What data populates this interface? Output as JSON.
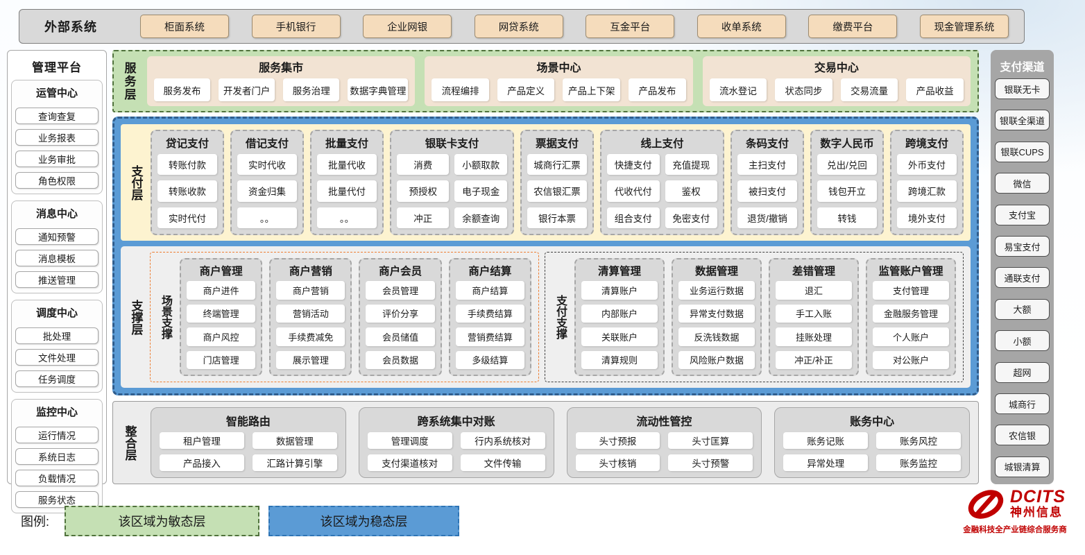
{
  "external": {
    "label": "外部系统",
    "systems": [
      "柜面系统",
      "手机银行",
      "企业网银",
      "网贷系统",
      "互金平台",
      "收单系统",
      "缴费平台",
      "现金管理系统"
    ]
  },
  "management": {
    "title": "管理平台",
    "groups": [
      {
        "title": "运管中心",
        "items": [
          "查询查复",
          "业务报表",
          "业务审批",
          "角色权限"
        ]
      },
      {
        "title": "消息中心",
        "items": [
          "通知预警",
          "消息模板",
          "推送管理"
        ]
      },
      {
        "title": "调度中心",
        "items": [
          "批处理",
          "文件处理",
          "任务调度"
        ]
      },
      {
        "title": "监控中心",
        "items": [
          "运行情况",
          "系统日志",
          "负载情况",
          "服务状态"
        ]
      }
    ]
  },
  "service_layer": {
    "label": "服务层",
    "groups": [
      {
        "title": "服务集市",
        "items": [
          "服务发布",
          "开发者门户",
          "服务治理",
          "数据字典管理"
        ]
      },
      {
        "title": "场景中心",
        "items": [
          "流程编排",
          "产品定义",
          "产品上下架",
          "产品发布"
        ]
      },
      {
        "title": "交易中心",
        "items": [
          "流水登记",
          "状态同步",
          "交易流量",
          "产品收益"
        ]
      }
    ]
  },
  "payment_layer": {
    "label": "支付层",
    "columns": [
      {
        "title": "贷记支付",
        "items": [
          "转账付款",
          "转账收款",
          "实时代付"
        ]
      },
      {
        "title": "借记支付",
        "items": [
          "实时代收",
          "资金归集",
          "。。"
        ]
      },
      {
        "title": "批量支付",
        "items": [
          "批量代收",
          "批量代付",
          "。。"
        ]
      },
      {
        "title": "银联卡支付",
        "items": [
          "消费",
          "小额取款",
          "预授权",
          "电子现金",
          "冲正",
          "余额查询"
        ]
      },
      {
        "title": "票据支付",
        "items": [
          "城商行汇票",
          "农信银汇票",
          "银行本票"
        ]
      },
      {
        "title": "线上支付",
        "items": [
          "快捷支付",
          "充值提现",
          "代收代付",
          "鉴权",
          "组合支付",
          "免密支付"
        ]
      },
      {
        "title": "条码支付",
        "items": [
          "主扫支付",
          "被扫支付",
          "退货/撤销"
        ]
      },
      {
        "title": "数字人民币",
        "items": [
          "兑出/兑回",
          "钱包开立",
          "转钱"
        ]
      },
      {
        "title": "跨境支付",
        "items": [
          "外币支付",
          "跨境汇款",
          "境外支付"
        ]
      }
    ]
  },
  "support_layer": {
    "label": "支撑层",
    "scene": {
      "label": "场景支撑",
      "columns": [
        {
          "title": "商户管理",
          "items": [
            "商户进件",
            "终端管理",
            "商户风控",
            "门店管理"
          ]
        },
        {
          "title": "商户营销",
          "items": [
            "商户营销",
            "营销活动",
            "手续费减免",
            "展示管理"
          ]
        },
        {
          "title": "商户会员",
          "items": [
            "会员管理",
            "评价分享",
            "会员储值",
            "会员数据"
          ]
        },
        {
          "title": "商户结算",
          "items": [
            "商户结算",
            "手续费结算",
            "营销费结算",
            "多级结算"
          ]
        }
      ]
    },
    "pay": {
      "label": "支付支撑",
      "columns": [
        {
          "title": "清算管理",
          "items": [
            "清算账户",
            "内部账户",
            "关联账户",
            "清算规则"
          ]
        },
        {
          "title": "数据管理",
          "items": [
            "业务运行数据",
            "异常支付数据",
            "反洗钱数据",
            "风险账户数据"
          ]
        },
        {
          "title": "差错管理",
          "items": [
            "退汇",
            "手工入账",
            "挂账处理",
            "冲正/补正"
          ]
        },
        {
          "title": "监管账户管理",
          "items": [
            "支付管理",
            "金融服务管理",
            "个人账户",
            "对公账户"
          ]
        }
      ]
    }
  },
  "integration_layer": {
    "label": "整合层",
    "groups": [
      {
        "title": "智能路由",
        "items": [
          "租户管理",
          "数据管理",
          "产品接入",
          "汇路计算引擎"
        ]
      },
      {
        "title": "跨系统集中对账",
        "items": [
          "管理调度",
          "行内系统核对",
          "支付渠道核对",
          "文件传输"
        ]
      },
      {
        "title": "流动性管控",
        "items": [
          "头寸预报",
          "头寸匡算",
          "头寸核销",
          "头寸预警"
        ]
      },
      {
        "title": "账务中心",
        "items": [
          "账务记账",
          "账务风控",
          "异常处理",
          "账务监控"
        ]
      }
    ]
  },
  "channels": {
    "title": "支付渠道",
    "items": [
      "银联无卡",
      "银联全渠道",
      "银联CUPS",
      "微信",
      "支付宝",
      "易宝支付",
      "通联支付",
      "大额",
      "小额",
      "超网",
      "城商行",
      "农信银",
      "城银清算"
    ]
  },
  "legend": {
    "label": "图例:",
    "agile": "该区域为敏态层",
    "stable": "该区域为稳态层"
  },
  "logo": {
    "brand": "DCITS",
    "name": "神州信息",
    "tagline": "金融科技全产业链综合服务商"
  },
  "colors": {
    "agile_green": "#c5e0b4",
    "stable_blue": "#5b9bd5",
    "payment_cream": "#fdf3d0",
    "external_wheat": "#f5dcbc",
    "service_peach": "#f2e3d3",
    "column_gray": "#d9d9d9",
    "channel_sidebar_gray": "#a6a6a6",
    "scene_border_orange": "#ed7d31",
    "brand_red": "#c00000"
  }
}
